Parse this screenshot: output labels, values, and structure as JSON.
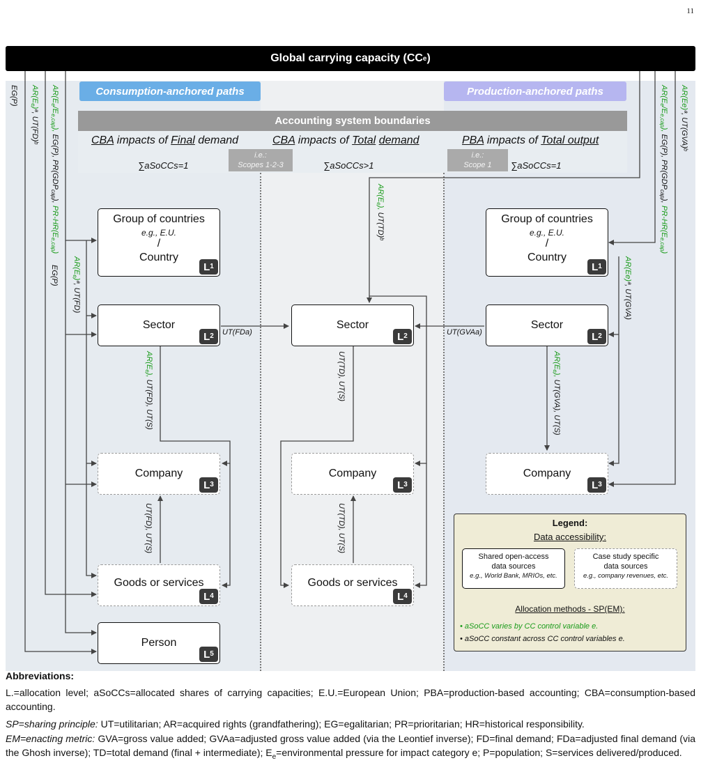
{
  "page_number": "11",
  "header": {
    "title": "Global carrying capacity (CC",
    "title_sub": "e",
    "title_end": ")"
  },
  "paths": {
    "consumption": "Consumption-anchored paths",
    "production": "Production-anchored paths"
  },
  "boundaries": {
    "title": "Accounting system boundaries"
  },
  "accounting": {
    "cba_final": {
      "pre": "CBA",
      "mid": " impacts of ",
      "u": "Final",
      "post": " demand"
    },
    "cba_total": {
      "pre": "CBA",
      "mid": " impacts of ",
      "u": "Total",
      "gap": " ",
      "u2": "demand"
    },
    "pba_total": {
      "pre": "PBA",
      "mid": " impacts of ",
      "u": "Total output"
    },
    "sum_final": "∑aSoCCs=1",
    "sum_total": "∑aSoCCs>1",
    "sum_pba": "∑aSoCCs=1",
    "ie_scopes123": {
      "line1": "i.e.:",
      "line2": "Scopes 1-2-3"
    },
    "ie_scope1": {
      "line1": "i.e.:",
      "line2": "Scope 1"
    }
  },
  "boxes": {
    "group_left": {
      "line1": "Group of countries",
      "line2": "e.g., E.U.",
      "line3": "/",
      "line4": "Country",
      "level": "L",
      "level_sub": "1"
    },
    "group_right": {
      "line1": "Group of countries",
      "line2": "e.g., E.U.",
      "line3": "/",
      "line4": "Country",
      "level": "L",
      "level_sub": "1"
    },
    "sector_left": {
      "label": "Sector",
      "level": "L",
      "level_sub": "2"
    },
    "sector_mid": {
      "label": "Sector",
      "level": "L",
      "level_sub": "2"
    },
    "sector_right": {
      "label": "Sector",
      "level": "L",
      "level_sub": "2"
    },
    "company_left": {
      "label": "Company",
      "level": "L",
      "level_sub": "3"
    },
    "company_mid": {
      "label": "Company",
      "level": "L",
      "level_sub": "3"
    },
    "company_right": {
      "label": "Company",
      "level": "L",
      "level_sub": "3"
    },
    "goods_left": {
      "label": "Goods or services",
      "level": "L",
      "level_sub": "4"
    },
    "goods_mid": {
      "label": "Goods or services",
      "level": "L",
      "level_sub": "4"
    },
    "person": {
      "label": "Person",
      "level": "L",
      "level_sub": "5"
    }
  },
  "edge_labels": {
    "eg_p_outer": "EG(P)",
    "ar_ut_fd_b": {
      "green": "AR(E",
      "green_sub": "e",
      "green_end": ")",
      "black": "ª, UT(FD)ᵇ"
    },
    "ar_cap_left": {
      "green": "AR(E",
      "green_sub": "e",
      "green_mid": "/E",
      "green_sub2": "e,cap",
      "green_end": "),",
      "black": " EG(P), PR(GDP",
      "black_sub": "cap",
      "black_end": "),",
      "green2": " PR-HR(E",
      "green2_sub": "e,cap",
      "green2_end": ")"
    },
    "eg_p_inner": "EG(P)",
    "ar_ut_fd": {
      "green": "AR(E",
      "green_sub": "e",
      "green_end": ")",
      "black": "ª, UT(FD)"
    },
    "ut_fda": "UT(FDa)",
    "ut_gvaa": "UT(GVAa)",
    "ar_ut_fd_s": {
      "green": "AR(E",
      "green_sub": "e",
      "green_end": "),",
      "black": " UT(FD), UT(S)"
    },
    "ut_fd_s": "UT(FD), UT(S)",
    "ar_ut_td_b": {
      "green": "AR(E",
      "green_sub": "e",
      "green_end": "),",
      "black": " UT(TD)ᵇ"
    },
    "ut_td_s_1": "UT(TD), UT(S)",
    "ut_td_s_2": "UT(TD), UT(S)",
    "ar_cap_right": {
      "green": "AR(E",
      "green_sub": "e",
      "green_mid": "/E",
      "green_sub2": "e,cap",
      "green_end": "),",
      "black": " EG(P), PR(GDP",
      "black_sub": "cap",
      "black_end": "),",
      "green2": " PR-HR(E",
      "green2_sub": "e,cap",
      "green2_end": ")"
    },
    "ar_ut_gva_b": {
      "green": "AR(Ee)",
      "black": "ª, UT(GVA)ᵇ"
    },
    "ar_ut_gva": {
      "green": "AR(Ee)",
      "black": "ª, UT(GVA)"
    },
    "ar_ut_gva_s": {
      "green": "AR(E",
      "green_sub": "e",
      "green_end": "),",
      "black": " UT(GVA), UT(S)"
    }
  },
  "legend": {
    "title": "Legend:",
    "subtitle": "Data accessibility:",
    "shared": {
      "line1": "Shared open-access",
      "line2": "data sources",
      "line3": "e.g., World Bank, MRIOs, etc."
    },
    "specific": {
      "line1": "Case study specific",
      "line2": "data sources",
      "line3": "e.g., company revenues, etc."
    },
    "methods": "Allocation methods - SP(EM):",
    "item_green": "• aSoCC varies by CC control variable e.",
    "item_black": "• aSoCC constant across CC control variables e."
  },
  "abbreviations": {
    "title": "Abbreviations:",
    "line1": "L.=allocation level; aSoCCs=allocated shares of carrying capacities; E.U.=European Union; PBA=production-based accounting; CBA=consumption-based accounting.",
    "sp_label": "SP=sharing principle:",
    "sp_text": " UT=utilitarian; AR=acquired rights (grandfathering); EG=egalitarian; PR=prioritarian; HR=historical responsibility.",
    "em_label": "EM=enacting metric:",
    "em_text": " GVA=gross value added; GVAa=adjusted gross value added (via the Leontief inverse); FD=final demand; FDa=adjusted final demand (via the Ghosh inverse); TD=total demand (final + intermediate); E",
    "em_sub": "e",
    "em_text2": "=environmental pressure for impact category e; P=population; S=services delivered/produced."
  },
  "colors": {
    "green": "#1a9b1a",
    "consumption": "#6aaee6",
    "production": "#b6b6f0",
    "boundary": "#999999",
    "badge": "#3b3b3b",
    "legend_bg": "#efecd6"
  }
}
